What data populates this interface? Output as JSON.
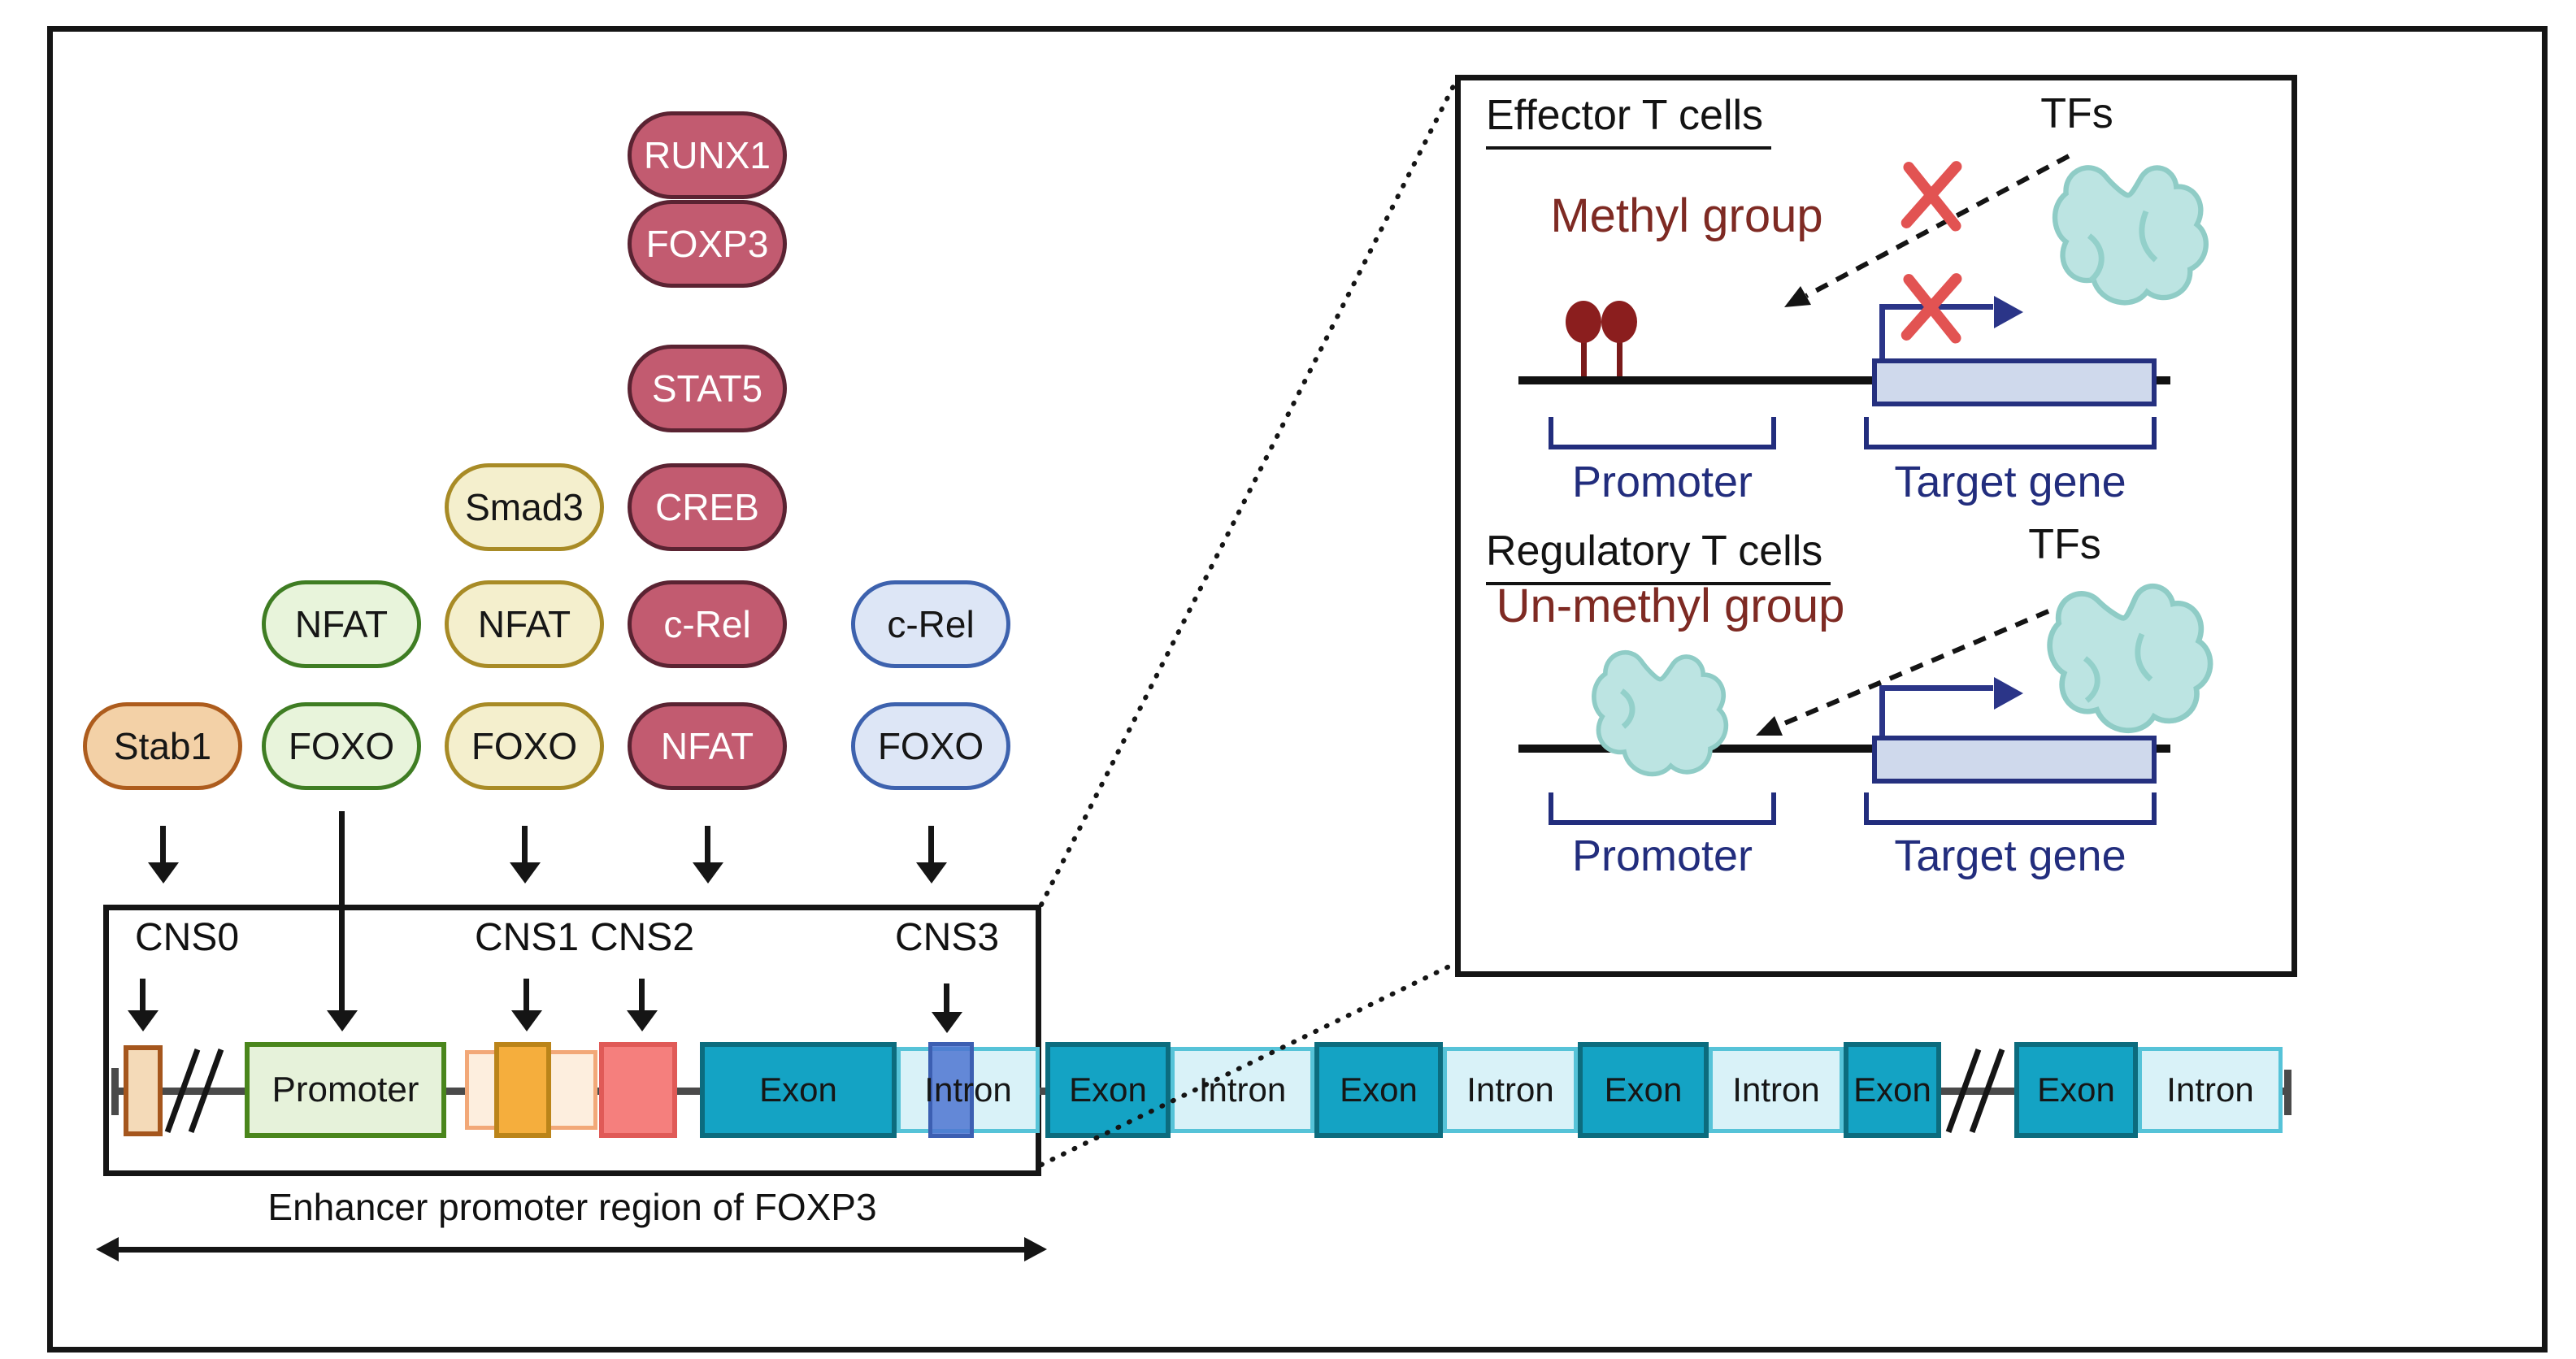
{
  "tf_pills": [
    {
      "label": "RUNX1",
      "column": 4,
      "row": 1,
      "scheme": "maroon"
    },
    {
      "label": "FOXP3",
      "column": 4,
      "row": 2,
      "scheme": "maroon"
    },
    {
      "label": "STAT5",
      "column": 4,
      "row": 3,
      "scheme": "maroon"
    },
    {
      "label": "Smad3",
      "column": 3,
      "row": 4,
      "scheme": "yellow"
    },
    {
      "label": "CREB",
      "column": 4,
      "row": 4,
      "scheme": "maroon"
    },
    {
      "label": "NFAT",
      "column": 2,
      "row": 5,
      "scheme": "green"
    },
    {
      "label": "NFAT",
      "column": 3,
      "row": 5,
      "scheme": "yellow"
    },
    {
      "label": "c-Rel",
      "column": 4,
      "row": 5,
      "scheme": "maroon"
    },
    {
      "label": "c-Rel",
      "column": 5,
      "row": 5,
      "scheme": "blue"
    },
    {
      "label": "Stab1",
      "column": 1,
      "row": 6,
      "scheme": "orange"
    },
    {
      "label": "FOXO",
      "column": 2,
      "row": 6,
      "scheme": "green"
    },
    {
      "label": "FOXO",
      "column": 3,
      "row": 6,
      "scheme": "yellow"
    },
    {
      "label": "NFAT",
      "column": 4,
      "row": 6,
      "scheme": "maroon"
    },
    {
      "label": "FOXO",
      "column": 5,
      "row": 6,
      "scheme": "blue"
    }
  ],
  "gene_region": {
    "cns_labels": [
      "CNS0",
      "CNS1",
      "CNS2",
      "CNS3"
    ],
    "promoter_label": "Promoter",
    "segments": [
      {
        "type": "exon",
        "label": "Exon"
      },
      {
        "type": "intron",
        "label": "Intron"
      },
      {
        "type": "exon",
        "label": "Exon"
      },
      {
        "type": "intron",
        "label": "Intron"
      },
      {
        "type": "exon",
        "label": "Exon"
      },
      {
        "type": "intron",
        "label": "Intron"
      },
      {
        "type": "exon",
        "label": "Exon"
      },
      {
        "type": "intron",
        "label": "Intron"
      },
      {
        "type": "exon",
        "label": "Exon"
      },
      {
        "type": "exon",
        "label": "Exon"
      },
      {
        "type": "intron",
        "label": "Intron"
      }
    ],
    "caption": "Enhancer promoter region of FOXP3"
  },
  "inset": {
    "effector": {
      "title": "Effector T cells",
      "modification_label": "Methyl group",
      "tfs_label": "TFs",
      "promoter_label": "Promoter",
      "target_gene_label": "Target gene"
    },
    "regulatory": {
      "title": "Regulatory T cells",
      "modification_label": "Un-methyl group",
      "tfs_label": "TFs",
      "promoter_label": "Promoter",
      "target_gene_label": "Target gene"
    }
  },
  "colors": {
    "maroon_fill": "#c25b70",
    "maroon_border": "#5a2332",
    "green_fill": "#e8f4db",
    "green_border": "#3f7d23",
    "yellow_fill": "#f4efcd",
    "yellow_border": "#a88b26",
    "orange_fill": "#f3d1a7",
    "orange_border": "#ad5c1d",
    "blue_fill": "#dde6f6",
    "blue_border": "#3d62ae",
    "exon_fill": "#14a3c4",
    "exon_border": "#0c6c7e",
    "intron_fill": "#d9f2f8",
    "intron_border": "#56c3d8",
    "cns0_fill": "#f4dab8",
    "cns0_border": "#a5561d",
    "promoter_fill": "#e6f2da",
    "promoter_border": "#4a861c",
    "cns1_outer": "#fdeede",
    "cns1_outer_border": "#f2a878",
    "cns1_inner": "#f5ae3d",
    "cns1_inner_border": "#bb8419",
    "cns2_fill": "#f57f7d",
    "cns2_border": "#e05a57",
    "cns3_fill": "#4d76d1",
    "cns3_border": "#3c5fb2",
    "methyl_red": "#7e2a23",
    "lollipop": "#8b1e1e",
    "navy": "#222d7d",
    "bent_arrow_navy": "#2b3588",
    "blob_fill": "#bce4e2",
    "blob_border": "#8fccc6",
    "x_red": "#e25352",
    "gene_line": "#4a4a4a"
  }
}
